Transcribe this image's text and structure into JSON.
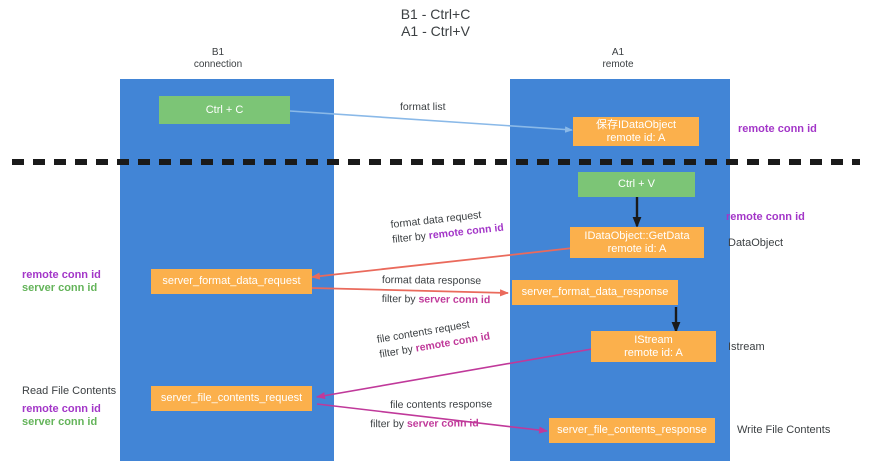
{
  "title": {
    "line1": "B1 - Ctrl+C",
    "line2": "A1 - Ctrl+V"
  },
  "lanes": [
    {
      "id": "b1",
      "name": "B1",
      "role": "connection"
    },
    {
      "id": "a1",
      "name": "A1",
      "role": "remote"
    }
  ],
  "boxes": {
    "ctrl_c": {
      "line1": "Ctrl + C",
      "line2": ""
    },
    "save_idataobject": {
      "line1": "保存IDataObject",
      "line2": "remote id: A"
    },
    "ctrl_v": {
      "line1": "Ctrl + V",
      "line2": ""
    },
    "getdata": {
      "line1": "IDataObject::GetData",
      "line2": "remote id: A"
    },
    "fmt_req": {
      "line1": "server_format_data_request",
      "line2": ""
    },
    "fmt_resp": {
      "line1": "server_format_data_response",
      "line2": ""
    },
    "istream": {
      "line1": "IStream",
      "line2": "remote id: A"
    },
    "file_req": {
      "line1": "server_file_contents_request",
      "line2": ""
    },
    "file_resp": {
      "line1": "server_file_contents_response",
      "line2": ""
    }
  },
  "edge_labels": {
    "format_list": "format list",
    "fmt_req_l1": "format data request",
    "fmt_req_l2_pre": "filter by ",
    "fmt_req_l2_key": "remote conn id",
    "fmt_resp_l1": "format data response",
    "fmt_resp_l2_pre": "filter by ",
    "fmt_resp_l2_key": "server conn id",
    "file_req_l1": "file contents request",
    "file_req_l2_pre": "filter by ",
    "file_req_l2_key": "remote conn id",
    "file_resp_l1": "file contents response",
    "file_resp_l2_pre": "filter by ",
    "file_resp_l2_key": "server conn id"
  },
  "annotations": {
    "right_remote_conn_1": "remote conn id",
    "right_remote_conn_2": "remote conn id",
    "right_dataobject": "DataObject",
    "right_istream": "Istream",
    "right_write_file": "Write File Contents",
    "left_remote_conn": "remote conn id",
    "left_server_conn": "server conn id",
    "left_read_file": "Read File Contents",
    "left_remote_conn_2": "remote conn id",
    "left_server_conn_2": "server conn id"
  },
  "colors": {
    "lane": "#4285d6",
    "green": "#7cc576",
    "orange": "#fbb04c",
    "purple": "#a336c8",
    "green_tx": "#64b45a",
    "magenta": "#c0399a",
    "red": "#ea6a5c",
    "blue_ln": "#8ab9e8",
    "dashed": "#1a1a1a"
  }
}
